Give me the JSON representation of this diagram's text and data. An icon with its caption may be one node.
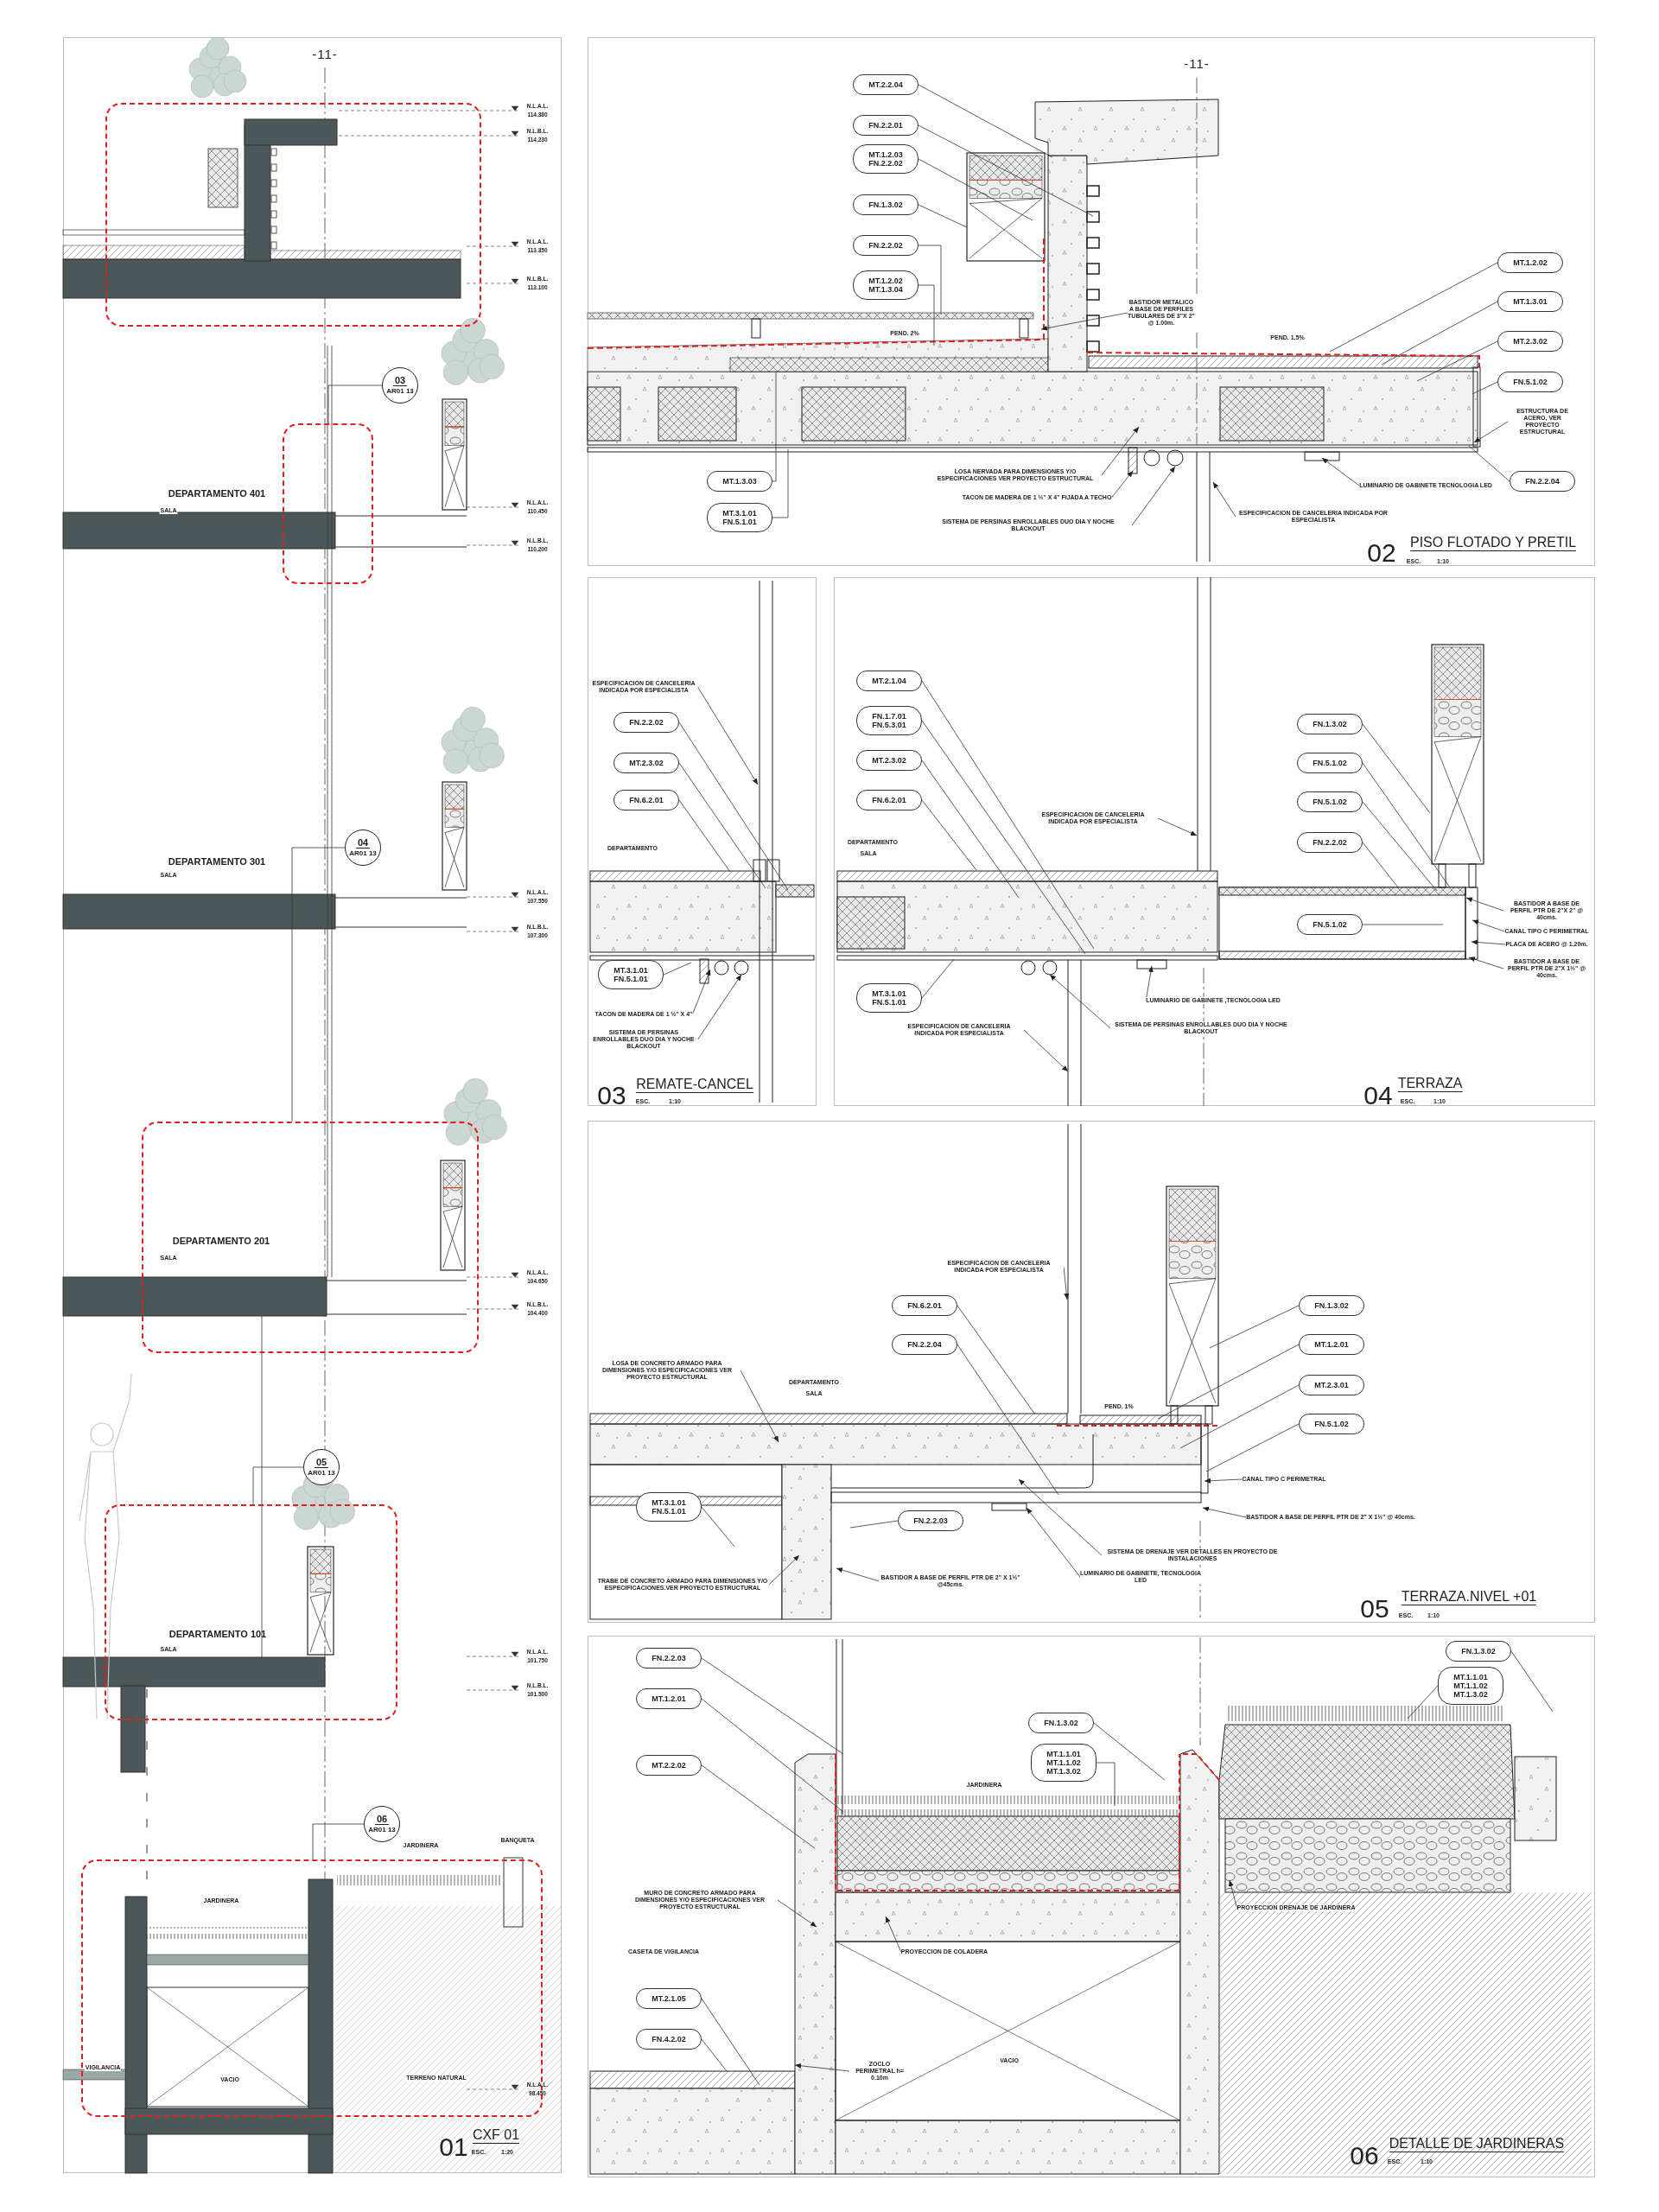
{
  "diagram": {
    "nodes": [
      {
        "text": [
          "03",
          "AR01 13"
        ]
      },
      {
        "text": [
          "04",
          "AR01 13"
        ]
      },
      {
        "text": [
          "05",
          "AR01 13"
        ]
      },
      {
        "text": [
          "06",
          "AR01 13"
        ]
      },
      {
        "text": [
          "MT.2.2.04"
        ]
      },
      {
        "text": [
          "FN.2.2.01"
        ]
      },
      {
        "text": [
          "MT.1.2.03",
          "FN.2.2.02"
        ]
      },
      {
        "text": [
          "FN.1.3.02"
        ]
      },
      {
        "text": [
          "FN.2.2.02"
        ]
      },
      {
        "text": [
          "MT.1.2.02",
          "MT.1.3.04"
        ]
      },
      {
        "text": [
          "BASTIDOR METALICO A BASE DE PERFILES TUBULARES DE 3\"X 2\" @ 1.00m."
        ]
      },
      {
        "text": [
          "MT.1.3.03"
        ]
      },
      {
        "text": [
          "MT.3.1.01",
          "FN.5.1.01"
        ]
      },
      {
        "text": [
          "LOSA NERVADA PARA DIMENSIONES Y/O ESPECIFICACIONES VER PROYECTO ESTRUCTURAL"
        ]
      },
      {
        "text": [
          "TACON DE MADERA DE 1 ½\" X 4\" FIJADA A TECHO"
        ]
      },
      {
        "text": [
          "SISTEMA DE PERSINAS ENROLLABLES DUO DIA Y NOCHE BLACKOUT"
        ]
      },
      {
        "text": [
          "ESPECIFICACION DE CANCELERIA INDICADA POR ESPECIALISTA"
        ]
      },
      {
        "text": [
          "LUMINARIO DE GABINETE TECNOLOGIA LED"
        ]
      },
      {
        "text": [
          "MT.1.2.02"
        ]
      },
      {
        "text": [
          "MT.1.3.01"
        ]
      },
      {
        "text": [
          "MT.2.3.02"
        ]
      },
      {
        "text": [
          "FN.5.1.02"
        ]
      },
      {
        "text": [
          "ESTRUCTURA DE ACERO, VER PROYECTO ESTRUCTURAL"
        ]
      },
      {
        "text": [
          "FN.2.2.04"
        ]
      },
      {
        "text": [
          "ESPECIFICACION DE CANCELERIA INDICADA POR ESPECIALISTA"
        ]
      },
      {
        "text": [
          "FN.2.2.02"
        ]
      },
      {
        "text": [
          "MT.2.3.02"
        ]
      },
      {
        "text": [
          "FN.6.2.01"
        ]
      },
      {
        "text": [
          "MT.3.1.01",
          "FN.5.1.01"
        ]
      },
      {
        "text": [
          "TACON DE MADERA DE 1 ½\" X 4\""
        ]
      },
      {
        "text": [
          "SISTEMA DE PERSINAS ENROLLABLES DUO DIA Y NOCHE BLACKOUT"
        ]
      },
      {
        "text": [
          "MT.2.1.04"
        ]
      },
      {
        "text": [
          "FN.1.7.01",
          "FN.5.3.01"
        ]
      },
      {
        "text": [
          "MT.2.3.02"
        ]
      },
      {
        "text": [
          "FN.6.2.01"
        ]
      },
      {
        "text": [
          "ESPECIFICACION DE CANCELERIA INDICADA POR ESPECIALISTA"
        ]
      },
      {
        "text": [
          "MT.3.1.01",
          "FN.5.1.01"
        ]
      },
      {
        "text": [
          "ESPECIFICACION DE CANCELERIA INDICADA POR ESPECIALISTA"
        ]
      },
      {
        "text": [
          "SISTEMA DE PERSINAS ENROLLABLES DUO DIA Y NOCHE BLACKOUT"
        ]
      },
      {
        "text": [
          "LUMINARIO DE GABINETE ,TECNOLOGIA LED"
        ]
      },
      {
        "text": [
          "FN.1.3.02"
        ]
      },
      {
        "text": [
          "FN.5.1.02"
        ]
      },
      {
        "text": [
          "FN.5.1.02"
        ]
      },
      {
        "text": [
          "FN.2.2.02"
        ]
      },
      {
        "text": [
          "FN.5.1.02"
        ]
      },
      {
        "text": [
          "BASTIDOR A BASE DE PERFIL PTR DE 2\"X 2\" @ 40cms."
        ]
      },
      {
        "text": [
          "CANAL TIPO C PERIMETRAL"
        ]
      },
      {
        "text": [
          "PLACA DE ACERO @ 1.20m."
        ]
      },
      {
        "text": [
          "BASTIDOR A BASE DE PERFIL PTR DE 2\"X 1½\" @ 40cms."
        ]
      },
      {
        "text": [
          "ESPECIFICACION DE CANCELERIA INDICADA POR ESPECIALISTA"
        ]
      },
      {
        "text": [
          "FN.6.2.01"
        ]
      },
      {
        "text": [
          "FN.2.2.04"
        ]
      },
      {
        "text": [
          "LOSA DE CONCRETO ARMADO PARA DIMENSIONES Y/O ESPECIFICACIONES VER PROYECTO ESTRUCTURAL"
        ]
      },
      {
        "text": [
          "FN.1.3.02"
        ]
      },
      {
        "text": [
          "MT.1.2.01"
        ]
      },
      {
        "text": [
          "MT.2.3.01"
        ]
      },
      {
        "text": [
          "FN.5.1.02"
        ]
      },
      {
        "text": [
          "MT.3.1.01",
          "FN.5.1.01"
        ]
      },
      {
        "text": [
          "FN.2.2.03"
        ]
      },
      {
        "text": [
          "BASTIDOR A BASE DE PERFIL PTR DE 2\" X 1½\" @45cms."
        ]
      },
      {
        "text": [
          "SISTEMA DE DRENAJE VER DETALLES EN PROYECTO DE INSTALACIONES"
        ]
      },
      {
        "text": [
          "LUMINARIO DE GABINETE, TECNOLOGIA LED"
        ]
      },
      {
        "text": [
          "CANAL TIPO C PERIMETRAL"
        ]
      },
      {
        "text": [
          "BASTIDOR A BASE DE PERFIL PTR DE 2\" X 1½\" @ 40cms."
        ]
      },
      {
        "text": [
          "TRABE DE CONCRETO ARMADO PARA DIMENSIONES Y/O ESPECIFICACIONES.VER PROYECTO ESTRUCTURAL"
        ]
      },
      {
        "text": [
          "FN.2.2.03"
        ]
      },
      {
        "text": [
          "MT.1.2.01"
        ]
      },
      {
        "text": [
          "MT.2.2.02"
        ]
      },
      {
        "text": [
          "FN.1.3.02"
        ]
      },
      {
        "text": [
          "MT.1.1.01",
          "MT.1.1.02",
          "MT.1.3.02"
        ]
      },
      {
        "text": [
          "FN.1.3.02"
        ]
      },
      {
        "text": [
          "MT.1.1.01",
          "MT.1.1.02",
          "MT.1.3.02"
        ]
      },
      {
        "text": [
          "MURO DE CONCRETO ARMADO PARA DIMENSIONES Y/O ESPECIFICACIONES VER PROYECTO ESTRUCTURAL"
        ]
      },
      {
        "text": [
          "PROYECCION DE COLADERA"
        ]
      },
      {
        "text": [
          "PROYECCION DRENAJE DE JARDINERA"
        ]
      },
      {
        "text": [
          "MT.2.1.05"
        ]
      },
      {
        "text": [
          "FN.4.2.02"
        ]
      },
      {
        "text": [
          "ZOCLO PERIMETRAL h= 0.10m"
        ]
      },
      {
        "text": [],
        "shape": "box"
      },
      {
        "text": [],
        "shape": "box"
      },
      {
        "text": [],
        "shape": "box"
      },
      {
        "text": [],
        "shape": "box"
      },
      {
        "text": [],
        "shape": "box"
      }
    ],
    "edges": [
      {
        "from": 0,
        "to": 79,
        "arrow": "none"
      },
      {
        "from": 1,
        "to": 80,
        "arrow": "none"
      },
      {
        "from": 2,
        "to": 81,
        "arrow": "none"
      },
      {
        "from": 3,
        "to": 82,
        "arrow": "none"
      },
      {
        "from": 4,
        "to": null,
        "arrow": "none"
      },
      {
        "from": 5,
        "to": null,
        "arrow": "none"
      },
      {
        "from": 6,
        "to": null,
        "arrow": "none"
      },
      {
        "from": 7,
        "to": null,
        "arrow": "none"
      },
      {
        "from": 8,
        "to": null,
        "arrow": "none"
      },
      {
        "from": 9,
        "to": null,
        "arrow": "none"
      },
      {
        "from": 10,
        "to": null,
        "arrow": "to"
      },
      {
        "from": 11,
        "to": null,
        "arrow": "none"
      },
      {
        "from": 12,
        "to": null,
        "arrow": "none"
      },
      {
        "from": 13,
        "to": null,
        "arrow": "to"
      },
      {
        "from": 14,
        "to": null,
        "arrow": "to"
      },
      {
        "from": 15,
        "to": null,
        "arrow": "to"
      },
      {
        "from": 16,
        "to": null,
        "arrow": "to"
      },
      {
        "from": 17,
        "to": null,
        "arrow": "to"
      },
      {
        "from": 18,
        "to": null,
        "arrow": "none"
      },
      {
        "from": 19,
        "to": null,
        "arrow": "none"
      },
      {
        "from": 20,
        "to": null,
        "arrow": "none"
      },
      {
        "from": 21,
        "to": null,
        "arrow": "none"
      },
      {
        "from": 22,
        "to": null,
        "arrow": "to"
      },
      {
        "from": 23,
        "to": null,
        "arrow": "none"
      },
      {
        "from": 24,
        "to": null,
        "arrow": "to"
      },
      {
        "from": 25,
        "to": null,
        "arrow": "none"
      },
      {
        "from": 26,
        "to": null,
        "arrow": "none"
      },
      {
        "from": 27,
        "to": null,
        "arrow": "none"
      },
      {
        "from": 28,
        "to": null,
        "arrow": "none"
      },
      {
        "from": 29,
        "to": null,
        "arrow": "to"
      },
      {
        "from": 30,
        "to": null,
        "arrow": "to"
      },
      {
        "from": 31,
        "to": null,
        "arrow": "none"
      },
      {
        "from": 32,
        "to": null,
        "arrow": "none"
      },
      {
        "from": 33,
        "to": null,
        "arrow": "none"
      },
      {
        "from": 34,
        "to": null,
        "arrow": "none"
      },
      {
        "from": 35,
        "to": null,
        "arrow": "to"
      },
      {
        "from": 36,
        "to": null,
        "arrow": "none"
      },
      {
        "from": 37,
        "to": null,
        "arrow": "to"
      },
      {
        "from": 38,
        "to": null,
        "arrow": "to"
      },
      {
        "from": 39,
        "to": null,
        "arrow": "to"
      },
      {
        "from": 40,
        "to": null,
        "arrow": "none"
      },
      {
        "from": 41,
        "to": null,
        "arrow": "none"
      },
      {
        "from": 42,
        "to": null,
        "arrow": "none"
      },
      {
        "from": 43,
        "to": null,
        "arrow": "none"
      },
      {
        "from": 44,
        "to": null,
        "arrow": "none"
      },
      {
        "from": 45,
        "to": null,
        "arrow": "to"
      },
      {
        "from": 46,
        "to": null,
        "arrow": "to"
      },
      {
        "from": 47,
        "to": null,
        "arrow": "to"
      },
      {
        "from": 48,
        "to": null,
        "arrow": "to"
      },
      {
        "from": 49,
        "to": null,
        "arrow": "to"
      },
      {
        "from": 50,
        "to": null,
        "arrow": "none"
      },
      {
        "from": 51,
        "to": null,
        "arrow": "none"
      },
      {
        "from": 52,
        "to": null,
        "arrow": "to"
      },
      {
        "from": 53,
        "to": null,
        "arrow": "none"
      },
      {
        "from": 54,
        "to": null,
        "arrow": "none"
      },
      {
        "from": 55,
        "to": null,
        "arrow": "none"
      },
      {
        "from": 56,
        "to": null,
        "arrow": "none"
      },
      {
        "from": 57,
        "to": null,
        "arrow": "none"
      },
      {
        "from": 58,
        "to": null,
        "arrow": "none"
      },
      {
        "from": 59,
        "to": null,
        "arrow": "to"
      },
      {
        "from": 60,
        "to": null,
        "arrow": "to"
      },
      {
        "from": 61,
        "to": null,
        "arrow": "to"
      },
      {
        "from": 62,
        "to": null,
        "arrow": "to"
      },
      {
        "from": 63,
        "to": null,
        "arrow": "to"
      },
      {
        "from": 64,
        "to": null,
        "arrow": "to"
      },
      {
        "from": 65,
        "to": null,
        "arrow": "none"
      },
      {
        "from": 66,
        "to": null,
        "arrow": "none"
      },
      {
        "from": 67,
        "to": null,
        "arrow": "none"
      },
      {
        "from": 68,
        "to": null,
        "arrow": "none"
      },
      {
        "from": 69,
        "to": null,
        "arrow": "none"
      },
      {
        "from": 70,
        "to": null,
        "arrow": "none"
      },
      {
        "from": 71,
        "to": null,
        "arrow": "none"
      },
      {
        "from": 72,
        "to": null,
        "arrow": "to"
      },
      {
        "from": 73,
        "to": null,
        "arrow": "to"
      },
      {
        "from": 74,
        "to": null,
        "arrow": "to"
      },
      {
        "from": 75,
        "to": null,
        "arrow": "none"
      },
      {
        "from": 76,
        "to": null,
        "arrow": "none"
      },
      {
        "from": 77,
        "to": null,
        "arrow": "to"
      }
    ],
    "labels": [
      "-11-",
      "N.L.A.L.",
      "114.380",
      "N.L.B.L.",
      "114.230",
      "N.L.A.L.",
      "113.350",
      "N.L.B.L.",
      "113.100",
      "N.L.A.L.",
      "110.450",
      "N.L.B.L.",
      "110.200",
      "N.L.A.L.",
      "107.550",
      "N.L.B.L.",
      "107.300",
      "N.L.A.L.",
      "104.650",
      "N.L.B.L.",
      "104.400",
      "N.L.A.L.",
      "101.750",
      "N.L.B.L.",
      "101.500",
      "N.L.A.L.",
      "98.450",
      "DEPARTAMENTO 401",
      "SALA",
      "DEPARTAMENTO 301",
      "SALA",
      "DEPARTAMENTO 201",
      "SALA",
      "DEPARTAMENTO 101",
      "SALA",
      "JARDINERA",
      "BANQUETA",
      "JARDINERA",
      "VIGILANCIA",
      "VACIO",
      "TERRENO NATURAL",
      "01",
      "CXF 01",
      "ESC.",
      "1:20",
      "-11-",
      "PEND. 2%",
      "PEND. 1.5%",
      "02",
      "PISO FLOTADO Y PRETIL",
      "ESC.",
      "1:10",
      "DEPARTAMENTO",
      "03",
      "REMATE-CANCEL",
      "ESC.",
      "1:10",
      "DEPARTAMENTO",
      "SALA",
      "04",
      "TERRAZA",
      "ESC.",
      "1:10",
      "DEPARTAMENTO",
      "SALA",
      "PEND. 1%",
      "05",
      "TERRAZA.NIVEL +01",
      "ESC.",
      "1:10",
      "JARDINERA",
      "CASETA DE VIGILANCIA",
      "VACIO",
      "06",
      "DETALLE DE JARDINERAS",
      "ESC.",
      "1:10"
    ]
  }
}
